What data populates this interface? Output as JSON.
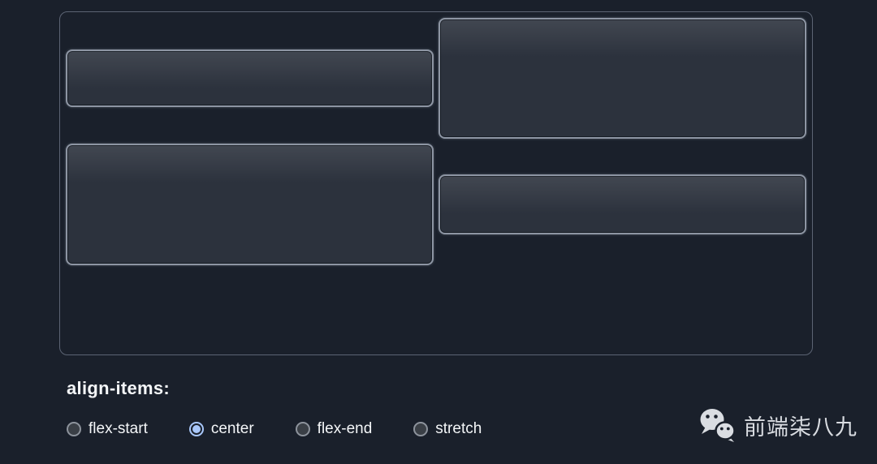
{
  "flex_demo": {
    "property": "align-items",
    "current_value": "center",
    "items": [
      {
        "line": 1,
        "size": "short",
        "height": 71
      },
      {
        "line": 1,
        "size": "tall",
        "height": 149
      },
      {
        "line": 2,
        "size": "tall",
        "height": 150
      },
      {
        "line": 2,
        "size": "short",
        "height": 74
      }
    ]
  },
  "controls": {
    "label": "align-items:",
    "selected_value": "center",
    "options": [
      {
        "label": "flex-start",
        "selected": false
      },
      {
        "label": "center",
        "selected": true
      },
      {
        "label": "flex-end",
        "selected": false
      },
      {
        "label": "stretch",
        "selected": false
      }
    ]
  },
  "watermark": {
    "icon": "wechat-icon",
    "text": "前端柒八九"
  },
  "colors": {
    "background": "#1a202b",
    "container_border": "#5c6474",
    "item_border": "#8d95a3",
    "item_background": "#2c323d",
    "text": "#f4f6f8",
    "radio_selected": "#a8c7fa",
    "watermark": "#d9dce1"
  }
}
